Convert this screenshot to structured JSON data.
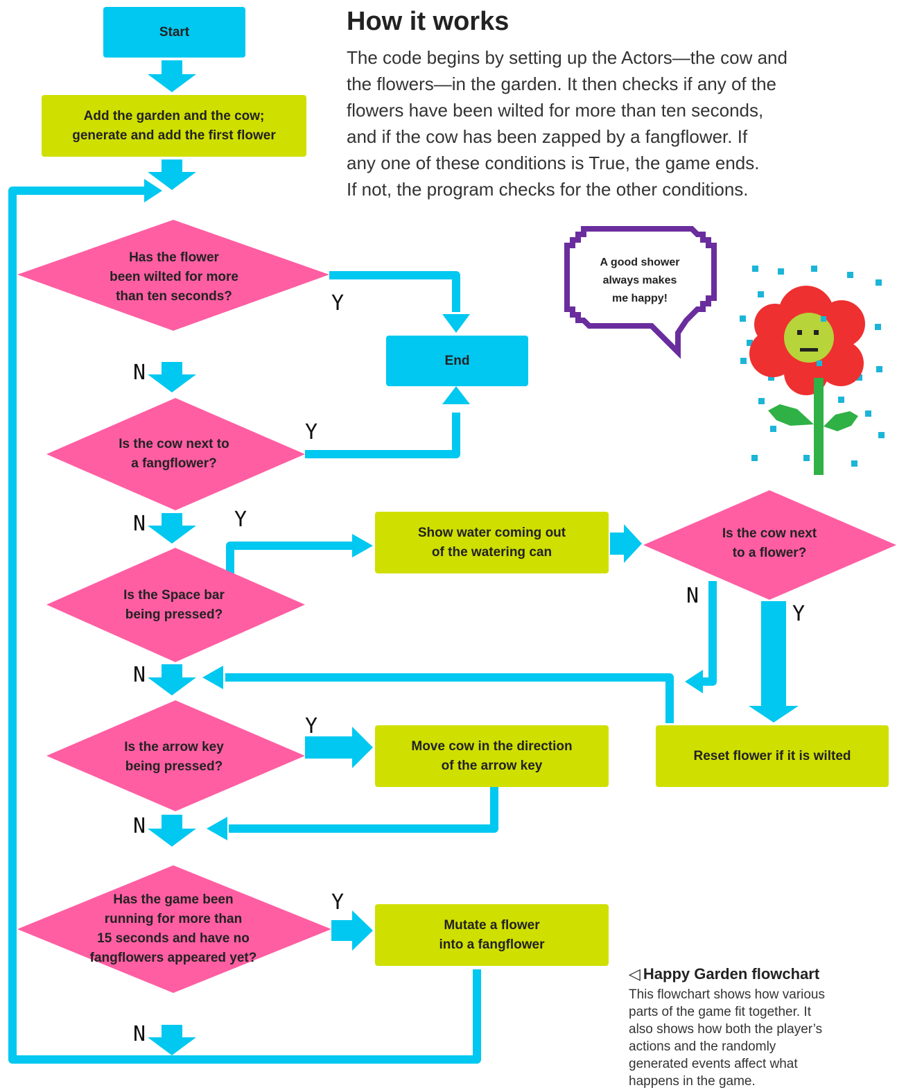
{
  "heading": "How it works",
  "intro_lines": [
    "The code begins by setting up the Actors—the cow and",
    "the flowers—in the garden. It then checks if any of the",
    "flowers have been wilted for more than ten seconds,",
    "and if the cow has been zapped by a fangflower. If",
    "any one of these conditions is True, the game ends.",
    "If not, the program checks for the other conditions."
  ],
  "nodes": {
    "start": [
      "Start"
    ],
    "setup": [
      "Add the garden and the cow;",
      "generate and add the first flower"
    ],
    "wilted_check": [
      "Has the flower",
      "been wilted for more",
      "than ten seconds?"
    ],
    "end": [
      "End"
    ],
    "fangflower_check": [
      "Is the cow next to",
      "a fangflower?"
    ],
    "space_prefix": "Is the ",
    "space_bold": "Space bar",
    "space_line2": "being pressed?",
    "show_water": [
      "Show water coming out",
      "of the watering can"
    ],
    "cow_flower_check": [
      "Is the cow next",
      "to a flower?"
    ],
    "reset_flower": [
      "Reset flower if it is wilted"
    ],
    "arrow_check": [
      "Is the arrow key",
      "being pressed?"
    ],
    "move_cow": [
      "Move cow in the direction",
      "of the arrow key"
    ],
    "time_check": [
      "Has the game been",
      "running for more than",
      "15 seconds and have no",
      "fangflowers appeared yet?"
    ],
    "mutate": [
      "Mutate a flower",
      "into a fangflower"
    ]
  },
  "labels": {
    "yes": "Y",
    "no": "N"
  },
  "bubble_lines": [
    "A good shower",
    "always makes",
    "me happy!"
  ],
  "caption": {
    "marker": "◁",
    "title": "Happy Garden flowchart",
    "body_lines": [
      "This flowchart shows how various",
      "parts of the game fit together. It",
      "also shows how both the player’s",
      "actions and the randomly",
      "generated events affect what",
      "happens in the game."
    ]
  },
  "colors": {
    "arrow": "#00c8f0",
    "terminal": "#00c8f0",
    "process": "#cfdf00",
    "decision": "#ff5ea3",
    "bubble_border": "#6a2d9e",
    "petal": "#ee3030",
    "flower_face": "#b7d43a",
    "stem": "#2fb145"
  }
}
